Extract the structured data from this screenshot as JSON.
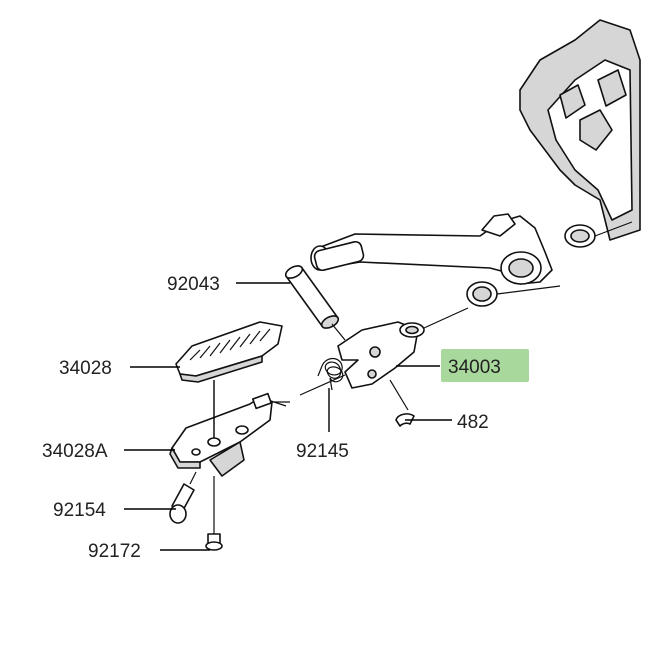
{
  "diagram": {
    "highlight_color": "#a8d89c",
    "labels": {
      "p92043": "92043",
      "p34028": "34028",
      "p34003": "34003",
      "p482": "482",
      "p34028A": "34028A",
      "p92145": "92145",
      "p92154": "92154",
      "p92172": "92172"
    }
  }
}
